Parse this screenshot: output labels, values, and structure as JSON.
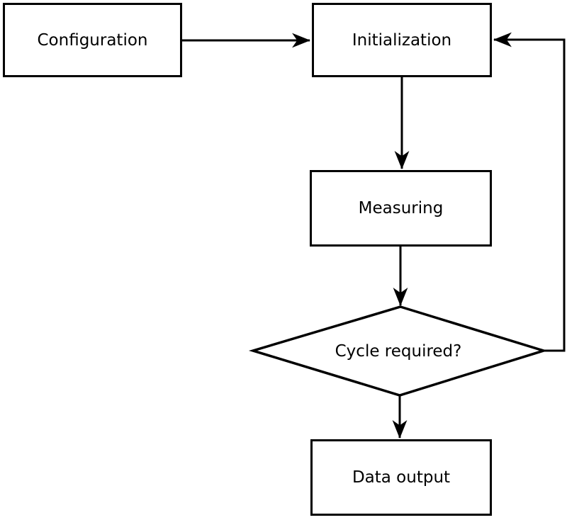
{
  "diagram": {
    "type": "flowchart",
    "colors": {
      "stroke": "#000000",
      "node_fill": "#ffffff",
      "background": "#ffffff"
    },
    "nodes": [
      {
        "id": "configuration",
        "label": "Configuration",
        "shape": "rect"
      },
      {
        "id": "initialization",
        "label": "Initialization",
        "shape": "rect"
      },
      {
        "id": "measuring",
        "label": "Measuring",
        "shape": "rect"
      },
      {
        "id": "cycle-required",
        "label": "Cycle required?",
        "shape": "diamond"
      },
      {
        "id": "data-output",
        "label": "Data output",
        "shape": "rect"
      }
    ],
    "edges": [
      {
        "from": "configuration",
        "to": "initialization",
        "kind": "arrow"
      },
      {
        "from": "initialization",
        "to": "measuring",
        "kind": "arrow"
      },
      {
        "from": "measuring",
        "to": "cycle-required",
        "kind": "arrow"
      },
      {
        "from": "cycle-required",
        "to": "data-output",
        "kind": "arrow"
      },
      {
        "from": "cycle-required",
        "to": "initialization",
        "kind": "arrow",
        "note": "feedback loop on right side"
      }
    ]
  }
}
